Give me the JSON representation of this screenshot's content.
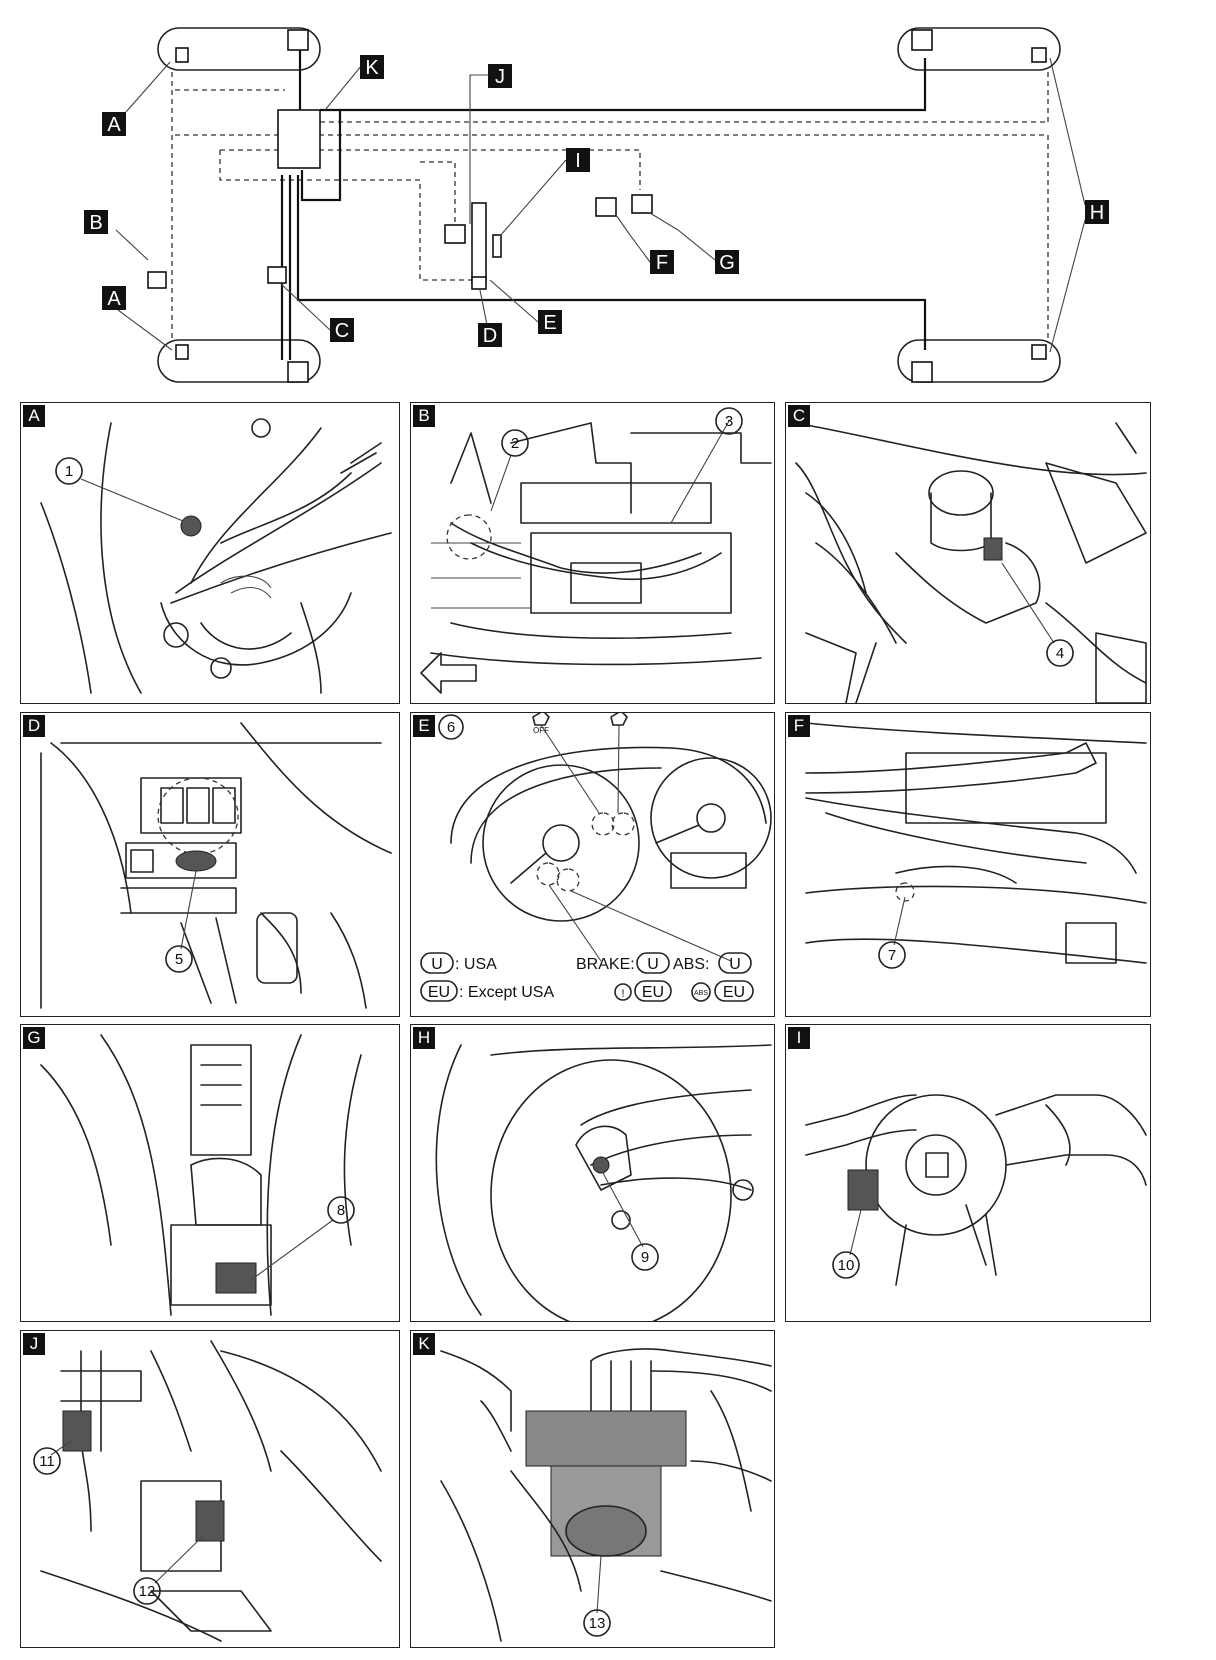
{
  "overview": {
    "labels": [
      "A",
      "B",
      "A",
      "C",
      "K",
      "J",
      "I",
      "D",
      "E",
      "F",
      "G",
      "H"
    ]
  },
  "panels": [
    {
      "id": "A",
      "callouts": [
        "1"
      ]
    },
    {
      "id": "B",
      "callouts": [
        "2",
        "3"
      ]
    },
    {
      "id": "C",
      "callouts": [
        "4"
      ]
    },
    {
      "id": "D",
      "callouts": [
        "5"
      ]
    },
    {
      "id": "E",
      "callouts": [
        "6"
      ],
      "legend": {
        "u_code": "U",
        "u_text": ": USA",
        "eu_code": "EU",
        "eu_text": ": Except USA",
        "brake_label": "BRAKE:",
        "brake_u": "U",
        "abs_label": "ABS:",
        "abs_u": "U",
        "warn_glyph": "!",
        "warn_eu": "EU",
        "abs_glyph": "ABS",
        "abs_eu": "EU",
        "off_glyph": "OFF"
      }
    },
    {
      "id": "F",
      "callouts": [
        "7"
      ]
    },
    {
      "id": "G",
      "callouts": [
        "8"
      ]
    },
    {
      "id": "H",
      "callouts": [
        "9"
      ]
    },
    {
      "id": "I",
      "callouts": [
        "10"
      ]
    },
    {
      "id": "J",
      "callouts": [
        "11",
        "12"
      ]
    },
    {
      "id": "K",
      "callouts": [
        "13"
      ]
    }
  ]
}
